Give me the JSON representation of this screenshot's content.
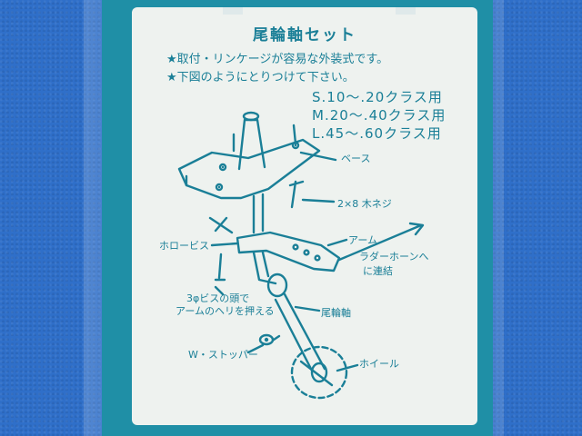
{
  "panel": {
    "title": "尾輪軸セット",
    "features": [
      "★取付・リンケージが容易な外装式です。",
      "★下図のようにとりつけて下さい。"
    ],
    "class_lines": [
      "S.10～.20クラス用",
      "M.20～.40クラス用",
      "L.45～.60クラス用"
    ],
    "labels": {
      "base": "ベース",
      "wood_screw": "2×8 木ネジ",
      "arm": "アーム",
      "hollow_screw": "ホロービス",
      "rudder_horn_1": "ラダーホーンへ",
      "rudder_horn_2": "に連結",
      "screw_head_1": "3φビスの頭で",
      "screw_head_2": "アームのヘリを押える",
      "tail_shaft": "尾輪軸",
      "w_stopper": "W・ストッパー",
      "wheel": "ホイール"
    }
  },
  "colors": {
    "print": "#1a7f97",
    "panel": "#eef2ef",
    "background": "#2f6fc9"
  }
}
